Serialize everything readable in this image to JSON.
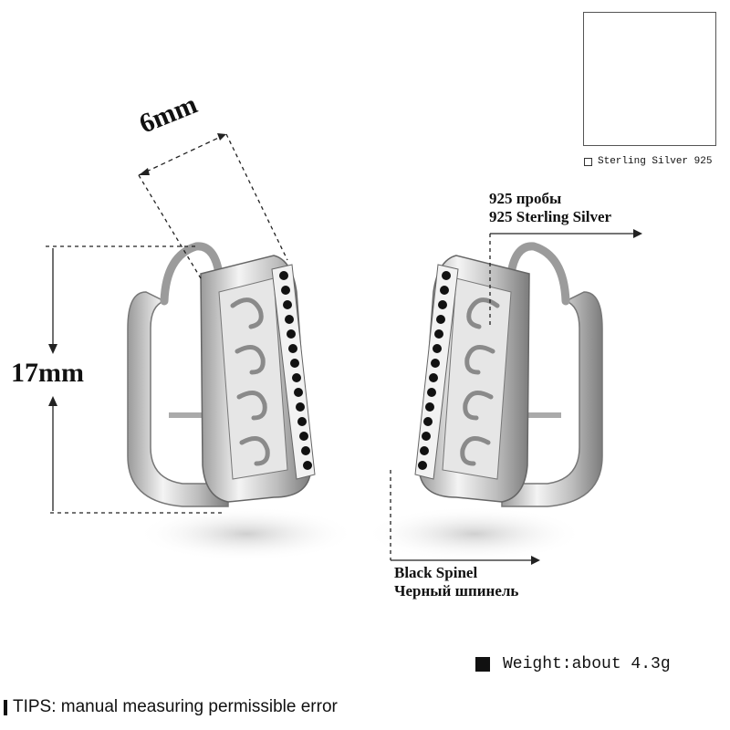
{
  "dimensions": {
    "width_label": "6mm",
    "height_label": "17mm"
  },
  "callouts": {
    "silver_line1": "925 пробы",
    "silver_line2": "925 Sterling Silver",
    "spinel_line1": "Black Spinel",
    "spinel_line2": "Черный шпинель"
  },
  "thumbnail": {
    "caption": "Sterling Silver 925"
  },
  "weight": {
    "text": "Weight:about 4.3g"
  },
  "tips": {
    "text": "TIPS: manual measuring permissible error"
  },
  "colors": {
    "silver": "#d9d9d9",
    "silver_dark": "#8a8a8a",
    "stone": "#111111"
  },
  "icons": [
    "checkbox-icon",
    "square-bullet-icon",
    "bar-bullet-icon"
  ]
}
